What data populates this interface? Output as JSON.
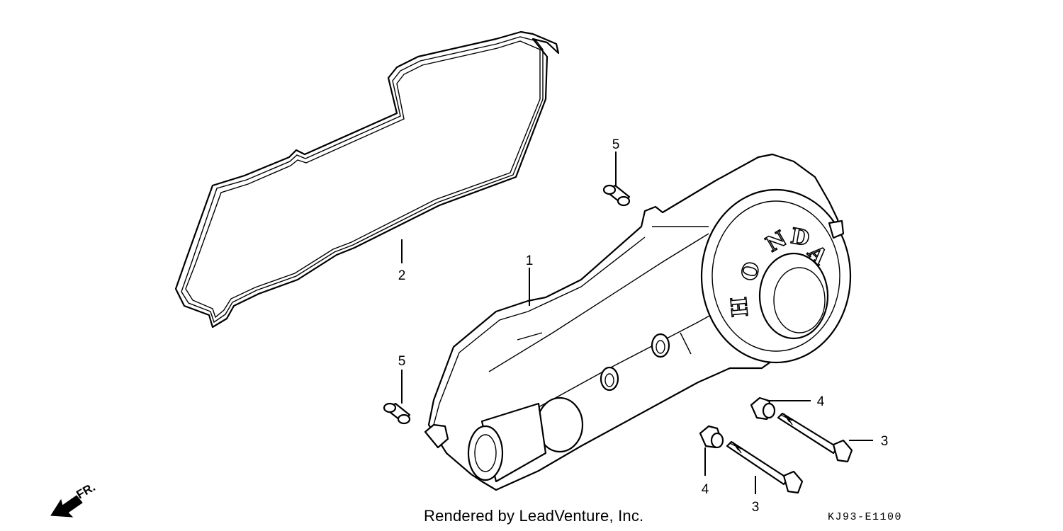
{
  "callouts": {
    "cover": "1",
    "gasket": "2",
    "bolt_upper": "3",
    "bolt_lower": "3",
    "grommet_upper": "4",
    "grommet_lower": "4",
    "dowel_upper": "5",
    "dowel_lower": "5"
  },
  "logo_letters": [
    "H",
    "O",
    "N",
    "D",
    "A"
  ],
  "direction_label": "FR.",
  "footer": {
    "credit": "Rendered by LeadVenture, Inc.",
    "code": "KJ93-E1100"
  }
}
